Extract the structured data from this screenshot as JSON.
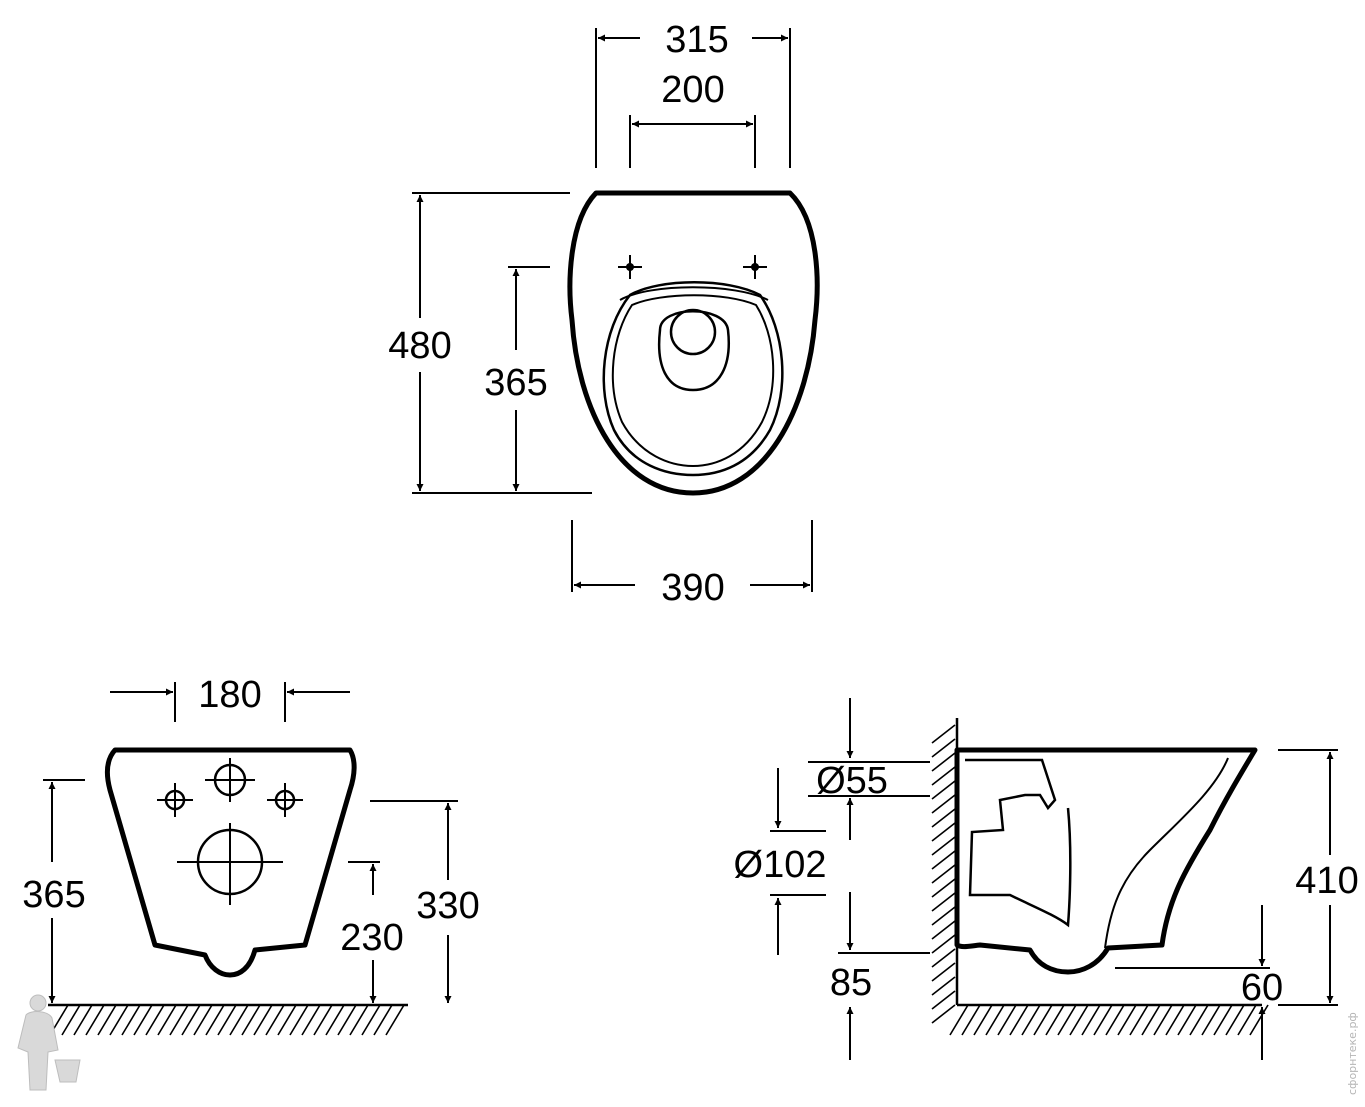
{
  "top_view": {
    "width_315": "315",
    "holes_200": "200",
    "length_480": "480",
    "holes_to_front_365": "365",
    "overall_390": "390"
  },
  "front_view": {
    "outlet_180": "180",
    "height_365": "365",
    "outlet_230": "230",
    "fixing_330": "330"
  },
  "side_view": {
    "inlet_dia": "Ø55",
    "outlet_dia": "Ø102",
    "outlet_85": "85",
    "bottom_60": "60",
    "height_410": "410"
  },
  "watermark": "сфорнтеке.рф"
}
